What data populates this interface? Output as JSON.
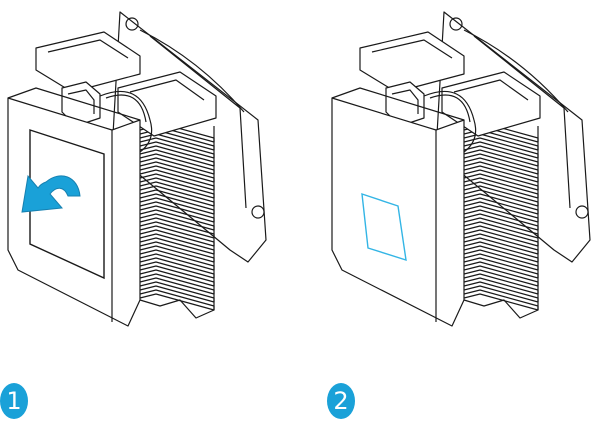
{
  "steps": [
    {
      "label": "1"
    },
    {
      "label": "2"
    }
  ],
  "colors": {
    "badge": "#1aa1d8",
    "arrow": "#1aa1d8",
    "thermal_pad_outline": "#33b5e5",
    "line": "#1a1a1a"
  },
  "icons": {
    "step1": "heatsink-fan-assembly-with-protective-film-and-peel-arrow",
    "step2": "heatsink-fan-assembly-with-exposed-thermal-pad"
  }
}
